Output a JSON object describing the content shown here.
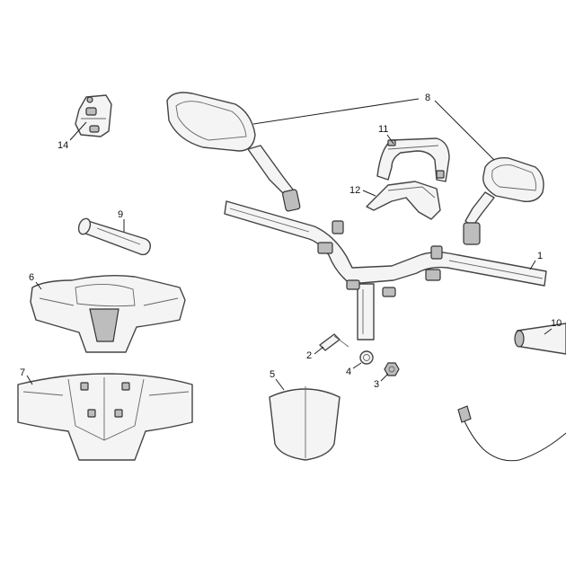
{
  "diagram": {
    "callouts": [
      "1",
      "2",
      "3",
      "4",
      "5",
      "6",
      "7",
      "8",
      "9",
      "10",
      "11",
      "12",
      "14"
    ]
  }
}
